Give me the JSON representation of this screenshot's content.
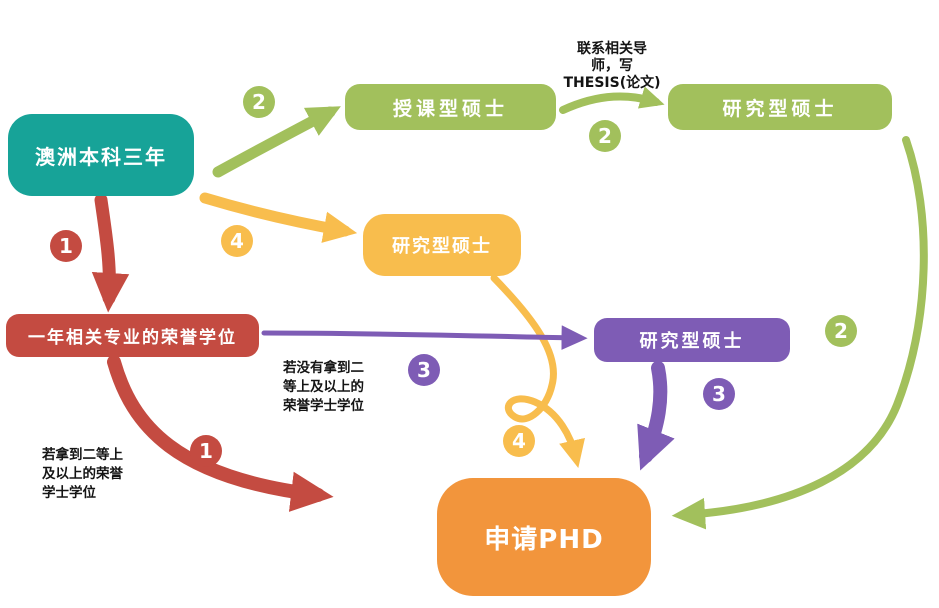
{
  "colors": {
    "teal": "#17a398",
    "green": "#a2c05c",
    "red": "#c44b41",
    "yellow": "#f8bd4d",
    "purple": "#7e5cb5",
    "orange": "#f2953c",
    "background": "#ffffff",
    "annotation_text": "#141414"
  },
  "nodes": {
    "undergrad": {
      "label": "澳洲本科三年"
    },
    "coursework_master": {
      "label": "授课型硕士"
    },
    "research_master_green": {
      "label": "研究型硕士"
    },
    "research_master_yellow": {
      "label": "研究型硕士"
    },
    "honours": {
      "label": "一年相关专业的荣誉学位"
    },
    "research_master_purple": {
      "label": "研究型硕士"
    },
    "phd": {
      "label": "申请PHD"
    }
  },
  "annotations": {
    "thesis_top": "联系相关导\n师，写",
    "thesis_bold": "THESIS(论文)",
    "no_honours": "若没有拿到二\n等上及以上的\n荣誉学士学位",
    "with_honours": "若拿到二等上\n及以上的荣誉\n学士学位"
  },
  "badges": {
    "step2_coursework": "2",
    "step2_thesis": "2",
    "step1_honours": "1",
    "step4_research": "4",
    "step3_no_honours": "3",
    "step3_phd": "3",
    "step2_green_phd": "2",
    "step1_phd": "1",
    "step4_phd": "4"
  }
}
